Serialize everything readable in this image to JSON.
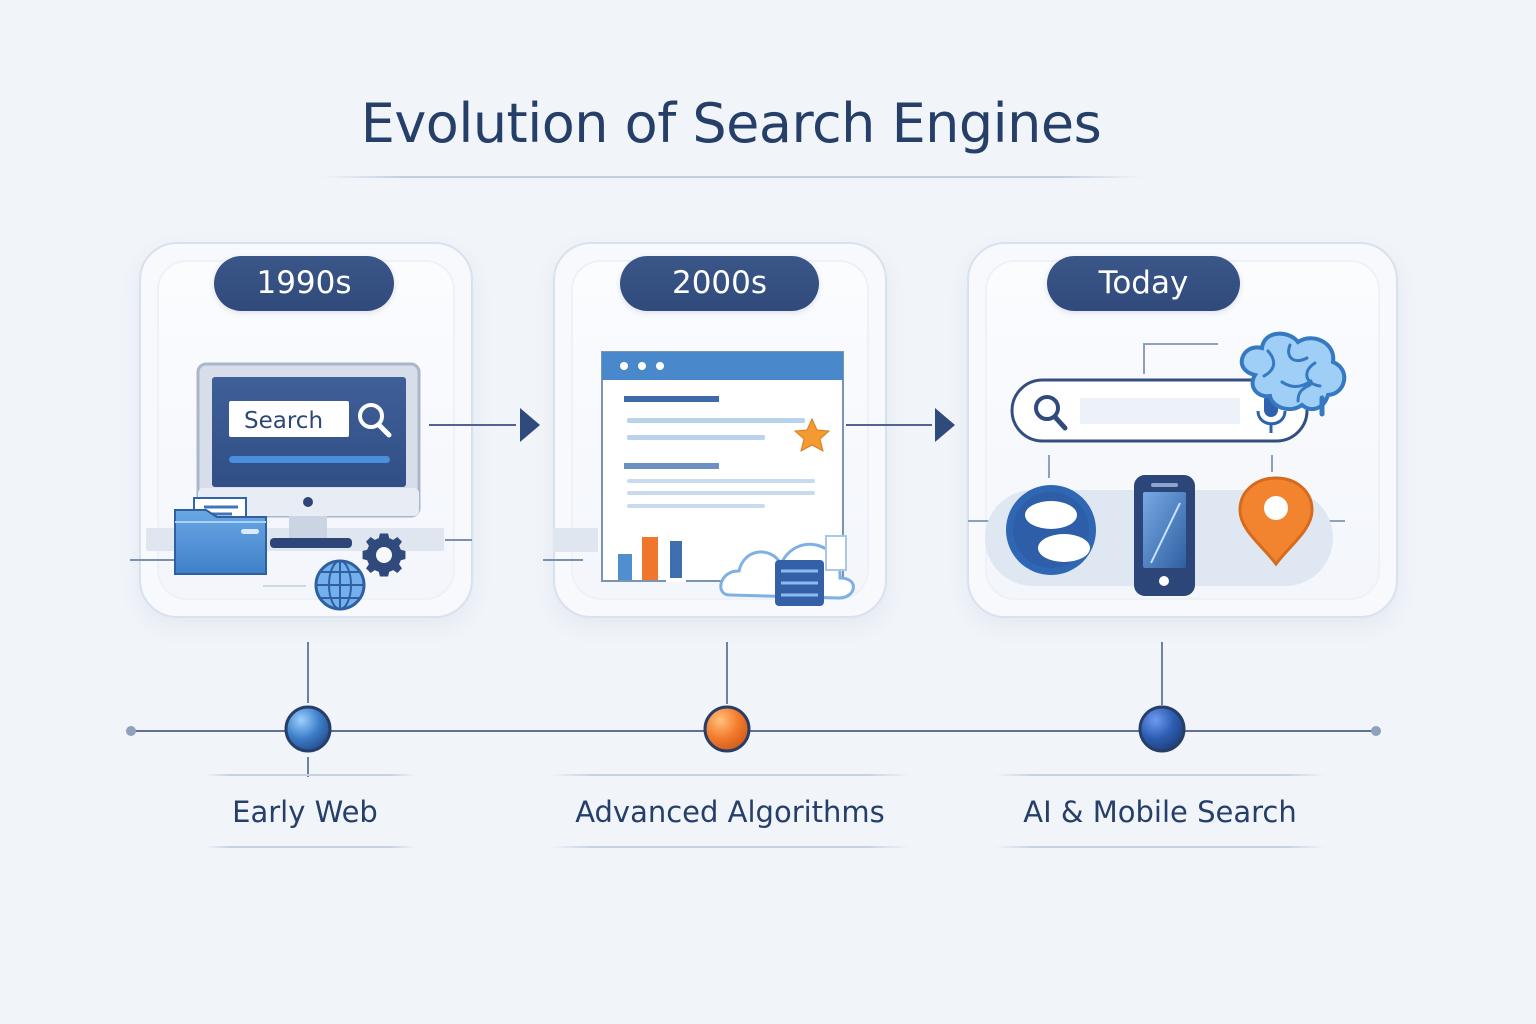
{
  "header": {
    "title": "Evolution of Search Engines"
  },
  "timeline": {
    "stages": [
      {
        "era": "1990s",
        "label": "Early Web",
        "search_text": "Search",
        "marker_color": "#2d64b1"
      },
      {
        "era": "2000s",
        "label": "Advanced Algorithms",
        "marker_color": "#f0762c"
      },
      {
        "era": "Today",
        "label": "AI & Mobile Search",
        "marker_color": "#244f9d"
      }
    ]
  },
  "colors": {
    "navy": "#2f4a7b",
    "blue": "#4a88cc",
    "orange": "#f0762c",
    "line": "#8ea0bd",
    "background": "#f1f5fa"
  }
}
